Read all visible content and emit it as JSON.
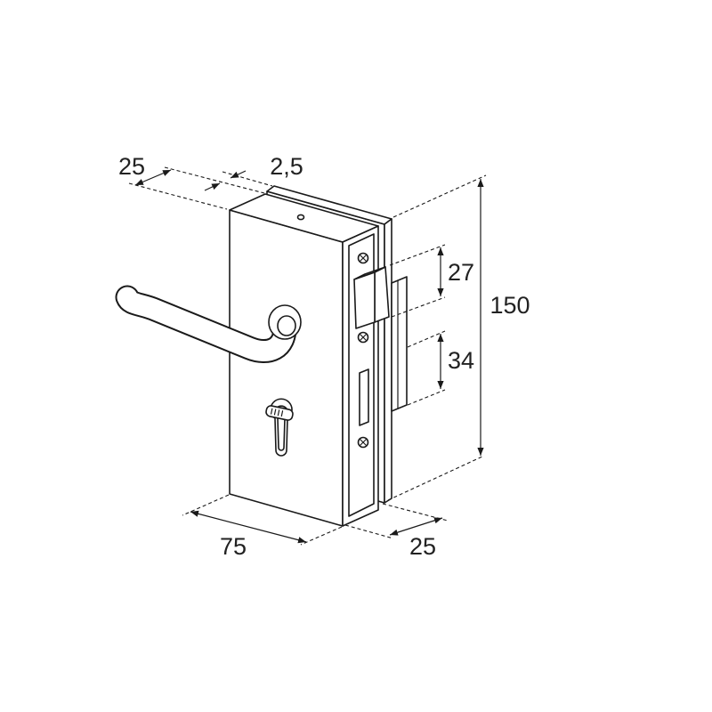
{
  "colors": {
    "line": "#1a1a1a",
    "background": "#ffffff"
  },
  "dimensions": {
    "top_left": "25",
    "top_middle": "2,5",
    "right_upper": "27",
    "right_overall": "150",
    "right_lower": "34",
    "bottom_left": "75",
    "bottom_right": "25"
  }
}
